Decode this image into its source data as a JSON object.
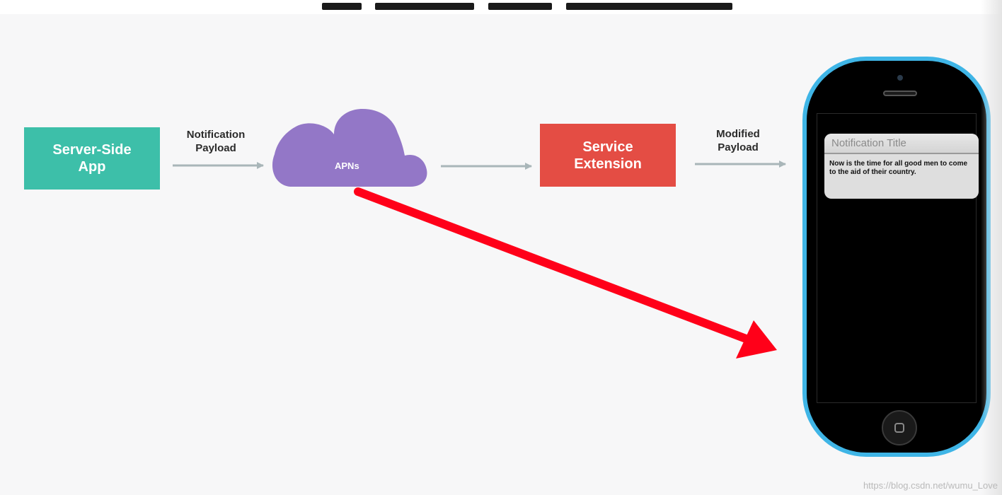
{
  "diagram": {
    "nodes": {
      "server": {
        "label_line1": "Server-Side",
        "label_line2": "App",
        "color": "#3dbfa9"
      },
      "apns": {
        "label": "APNs",
        "color": "#9377c7"
      },
      "extension": {
        "label_line1": "Service",
        "label_line2": "Extension",
        "color": "#e44d44"
      }
    },
    "edges": {
      "server_to_apns": {
        "label_line1": "Notification",
        "label_line2": "Payload"
      },
      "extension_to_device": {
        "label_line1": "Modified",
        "label_line2": "Payload"
      }
    },
    "arrow_colors": {
      "flow": "#a9b6b9",
      "highlight": "#ff0019"
    }
  },
  "phone": {
    "frame_color": "#3fb5e6",
    "notification": {
      "title": "Notification Title",
      "body": "Now is the time for all good men to come to the aid of their country."
    }
  },
  "watermark": "https://blog.csdn.net/wumu_Love"
}
